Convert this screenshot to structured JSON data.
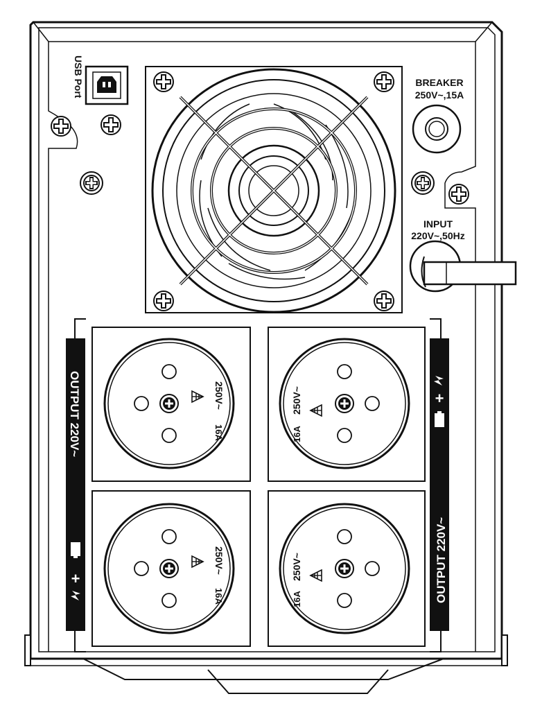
{
  "labels": {
    "usb_port": "USB Port",
    "breaker_line1": "BREAKER",
    "breaker_line2": "250V~,15A",
    "input_line1": "INPUT",
    "input_line2": "220V~,50Hz",
    "output_left": "OUTPUT 220V~",
    "output_right": "OUTPUT 220V~",
    "socket_current": "16A",
    "socket_voltage": "250V~"
  },
  "colors": {
    "line": "#111111",
    "band": "#111111",
    "band_text": "#ffffff",
    "background": "#ffffff"
  },
  "icons": [
    "usb-b-port-icon",
    "screw-icon",
    "fan-grill-icon",
    "breaker-button-icon",
    "power-inlet-icon",
    "socket-icon",
    "battery-icon",
    "plus-icon",
    "lightning-icon"
  ]
}
